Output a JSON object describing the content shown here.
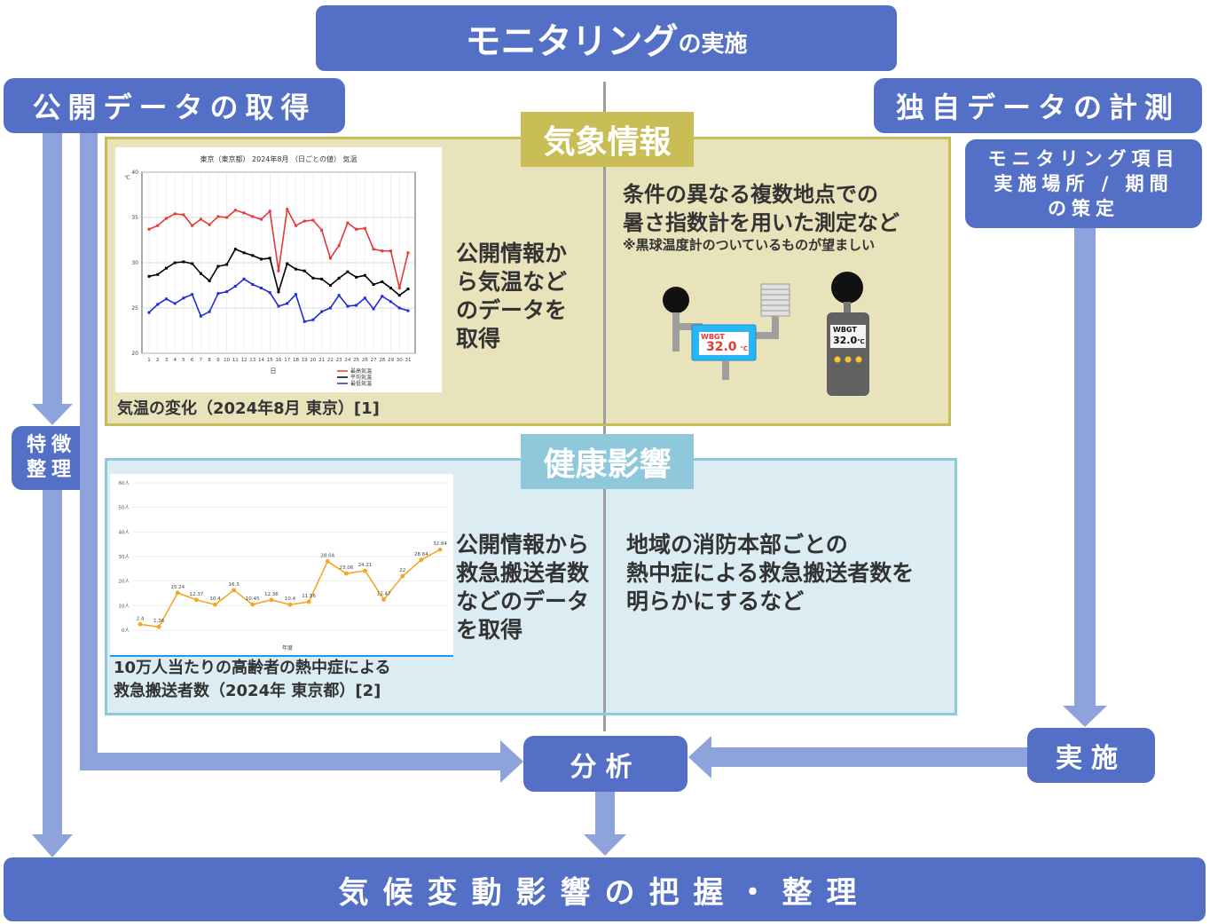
{
  "title_top": {
    "main": "モニタリング",
    "suffix": "の実施"
  },
  "left_header": "公開データの取得",
  "right_header": "独自データの計測",
  "right_plan": [
    "モニタリング項目",
    "実施場所 / 期間",
    "の策定"
  ],
  "left_box": [
    "特徴",
    "整理"
  ],
  "weather": {
    "tag": "気象情報",
    "left_text": [
      "公開情報か",
      "ら気温など",
      "のデータを",
      "取得"
    ],
    "caption": "気温の変化（2024年8月 東京）[1]",
    "right_text": [
      "条件の異なる複数地点での",
      "暑さ指数計を用いた測定など"
    ],
    "note": "※黒球温度計のついているものが望ましい",
    "device1": {
      "label": "WBGT",
      "value": "32.0",
      "unit": "℃"
    },
    "device2": {
      "label": "WBGT",
      "value": "32.0",
      "unit": "℃"
    }
  },
  "health": {
    "tag": "健康影響",
    "left_text": [
      "公開情報から",
      "救急搬送者数",
      "などのデータ",
      "を取得"
    ],
    "caption": [
      "10万人当たりの高齢者の熱中症による",
      "救急搬送者数（2024年 東京都）[2]"
    ],
    "right_text": [
      "地域の消防本部ごとの",
      "熱中症による救急搬送者数を",
      "明らかにするなど"
    ]
  },
  "analysis": "分析",
  "execution": "実施",
  "bottom": "気候変動影響の把握・整理",
  "colors": {
    "primary": "#5470c6",
    "arrow": "#8ea3dc",
    "weather": "#c9bd56",
    "health": "#8fc8db"
  },
  "chart_data": [
    {
      "type": "line",
      "title": "東京（東京都） 2024年8月 （日ごとの値） 気温",
      "xlabel": "日",
      "ylabel": "℃",
      "ylim": [
        20,
        40
      ],
      "yticks": [
        20,
        25,
        30,
        35,
        40
      ],
      "x": [
        1,
        2,
        3,
        4,
        5,
        6,
        7,
        8,
        9,
        10,
        11,
        12,
        13,
        14,
        15,
        16,
        17,
        18,
        19,
        20,
        21,
        22,
        23,
        24,
        25,
        26,
        27,
        28,
        29,
        30,
        31
      ],
      "series": [
        {
          "name": "最高気温",
          "color": "#e53935",
          "values": [
            33.7,
            34.1,
            34.9,
            35.4,
            35.3,
            34.1,
            34.8,
            34.2,
            35.1,
            35.0,
            35.8,
            35.5,
            35.1,
            34.8,
            35.7,
            29.1,
            35.9,
            34.1,
            34.6,
            34.7,
            33.6,
            30.5,
            31.9,
            34.4,
            33.7,
            33.8,
            31.5,
            31.3,
            31.3,
            27.2,
            31.1
          ]
        },
        {
          "name": "平均気温",
          "color": "#000000",
          "values": [
            28.5,
            28.7,
            29.4,
            30.0,
            30.1,
            29.9,
            28.8,
            28.0,
            29.6,
            29.8,
            31.5,
            31.1,
            30.8,
            30.4,
            30.5,
            26.8,
            29.9,
            29.3,
            29.1,
            28.3,
            28.2,
            27.5,
            28.3,
            29.0,
            28.4,
            28.6,
            27.6,
            27.9,
            27.2,
            26.4,
            27.1
          ]
        },
        {
          "name": "最低気温",
          "color": "#1f2dd6",
          "values": [
            24.5,
            25.4,
            26.0,
            25.5,
            26.1,
            26.5,
            24.1,
            24.6,
            26.6,
            26.8,
            27.4,
            28.2,
            27.6,
            27.2,
            26.7,
            25.2,
            25.5,
            26.5,
            23.5,
            23.7,
            24.6,
            25.0,
            26.4,
            25.2,
            25.3,
            26.1,
            24.9,
            26.3,
            25.7,
            25.0,
            24.7
          ]
        }
      ]
    },
    {
      "type": "line",
      "xlabel": "年度",
      "ylim": [
        0,
        60
      ],
      "yticks": [
        "0人",
        "10人",
        "20人",
        "30人",
        "40人",
        "50人",
        "60人"
      ],
      "values": [
        2.4,
        1.36,
        15.24,
        12.37,
        10.4,
        16.3,
        10.45,
        12.36,
        10.4,
        11.56,
        28.04,
        23.06,
        24.21,
        12.47,
        22.0,
        28.64,
        32.84
      ],
      "point_labels": [
        "2.4",
        "1.36",
        "15.24",
        "12.37",
        "10.4",
        "16.3",
        "10.45",
        "12.36",
        "10.4",
        "11.56",
        "28.04",
        "23.06",
        "24.21",
        "12.47",
        "22",
        "28.64",
        "32.84"
      ],
      "color": "#f6a623"
    }
  ]
}
